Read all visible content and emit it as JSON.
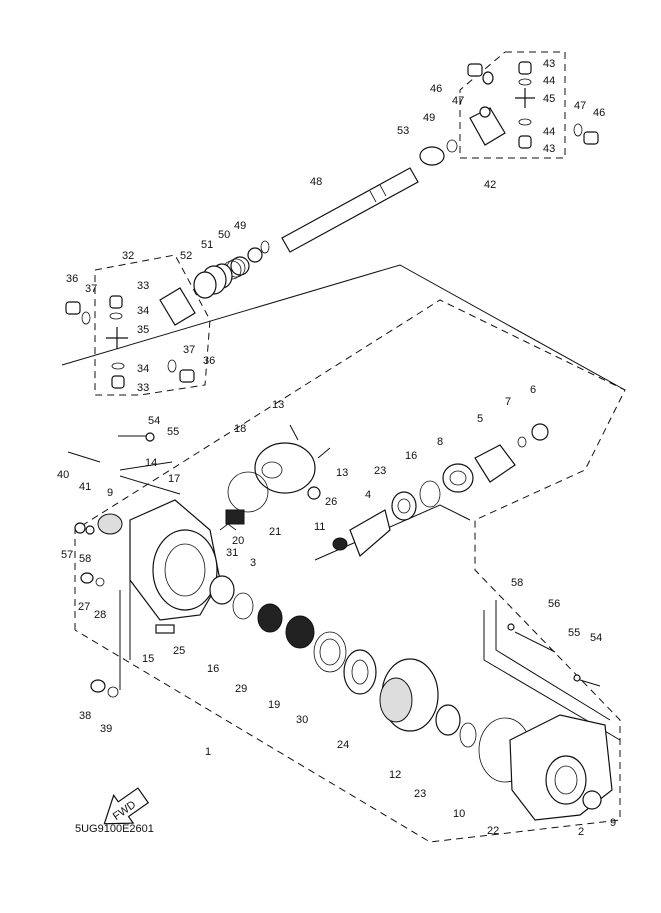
{
  "diagram_code": "5UG9100E2601",
  "fwd_label": "FWD",
  "part_labels": [
    "1",
    "2",
    "3",
    "4",
    "5",
    "6",
    "7",
    "8",
    "9",
    "9",
    "10",
    "11",
    "12",
    "13",
    "13",
    "14",
    "15",
    "16",
    "16",
    "17",
    "18",
    "19",
    "20",
    "21",
    "22",
    "23",
    "23",
    "24",
    "25",
    "26",
    "27",
    "28",
    "29",
    "30",
    "31",
    "32",
    "33",
    "33",
    "34",
    "34",
    "35",
    "36",
    "36",
    "37",
    "37",
    "38",
    "39",
    "40",
    "41",
    "42",
    "43",
    "43",
    "44",
    "44",
    "45",
    "46",
    "46",
    "47",
    "47",
    "48",
    "49",
    "49",
    "50",
    "51",
    "52",
    "53",
    "54",
    "54",
    "55",
    "55",
    "56",
    "57",
    "58",
    "58"
  ]
}
